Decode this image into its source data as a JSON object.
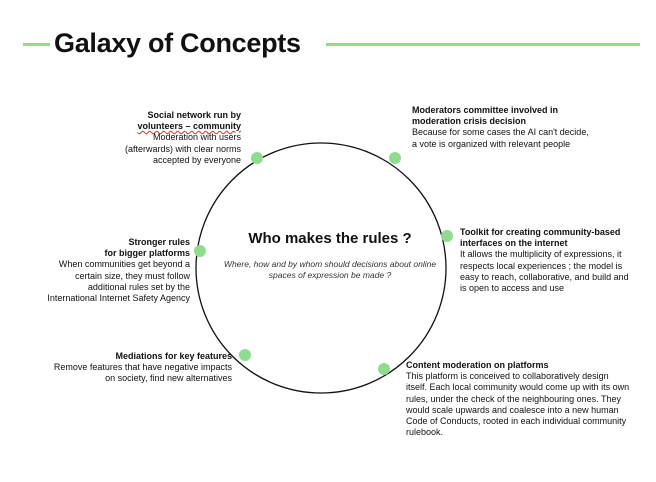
{
  "title": "Galaxy of Concepts",
  "center": {
    "question": "Who makes the rules ?",
    "subtitle": "Where, how and by whom should decisions about online spaces of expression be made ?"
  },
  "colors": {
    "accent_green": "#8fdc8f",
    "ring": "#111111"
  },
  "concepts": [
    {
      "heading_line1": "Social network run by",
      "heading_line2": "volunteers – community",
      "body": "Moderation with users (afterwards) with clear norms accepted by everyone"
    },
    {
      "heading": "Moderators committee involved in moderation crisis decision",
      "body": "Because for some cases the AI can't decide, a vote is organized with relevant people"
    },
    {
      "heading": "Toolkit for creating community-based interfaces on the internet",
      "body": "It allows the multiplicity of expressions, it respects local experiences ; the model is easy to reach, collaborative, and build and is open to access and use"
    },
    {
      "heading_line1": "Stronger rules",
      "heading_line2": "for bigger platforms",
      "body": "When communities get beyond a certain size, they must follow additional rules set by the International Internet Safety Agency"
    },
    {
      "heading": "Mediations for key features",
      "body": "Remove features that have negative impacts on society, find new alternatives"
    },
    {
      "heading": "Content moderation on platforms",
      "body": "This platform is conceived to collaboratively design itself. Each local community would come up with its own rules, under the check of the neighbouring ones. They would scale upwards and coalesce into a new human Code of Conducts, rooted in each individual community rulebook."
    }
  ]
}
